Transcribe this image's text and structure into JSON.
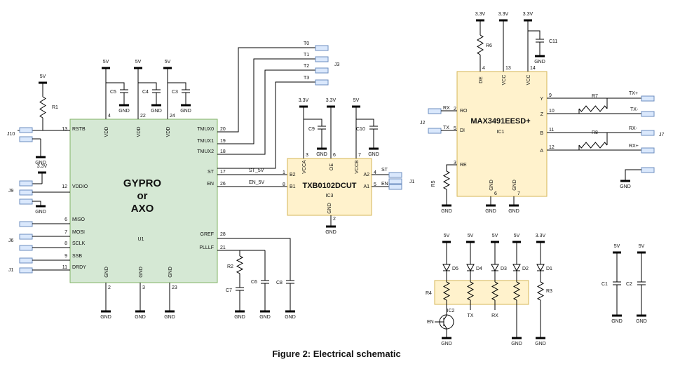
{
  "caption": "Figure 2: Electrical schematic",
  "colors": {
    "green_block": "#d5e8d4",
    "green_border": "#82b366",
    "yellow_block": "#fff2cc",
    "yellow_border": "#d6b656",
    "connector_fill": "#dae8fc",
    "connector_border": "#6c8ebf",
    "wire": "#000000"
  },
  "u1": {
    "name_lines": [
      "GYPRO",
      "or",
      "AXO"
    ],
    "ref": "U1",
    "left_pins": [
      {
        "num": "13",
        "name": "RSTB"
      },
      {
        "num": "12",
        "name": "VDDIO"
      },
      {
        "num": "6",
        "name": "MISO"
      },
      {
        "num": "7",
        "name": "MOSI"
      },
      {
        "num": "8",
        "name": "SCLK"
      },
      {
        "num": "9",
        "name": "SSB"
      },
      {
        "num": "11",
        "name": "DRDY"
      }
    ],
    "right_pins": [
      {
        "num": "20",
        "name": "TMUX0"
      },
      {
        "num": "19",
        "name": "TMUX1"
      },
      {
        "num": "18",
        "name": "TMUX2"
      },
      {
        "num": "17",
        "name": "ST"
      },
      {
        "num": "26",
        "name": "EN"
      },
      {
        "num": "28",
        "name": "GREF"
      },
      {
        "num": "21",
        "name": "PLLLF"
      }
    ],
    "top_pins": [
      {
        "num": "4",
        "name": "VDD"
      },
      {
        "num": "22",
        "name": "VDD"
      },
      {
        "num": "24",
        "name": "VDD"
      }
    ],
    "bottom_pins": [
      {
        "num": "2",
        "name": "GND"
      },
      {
        "num": "3",
        "name": "GND"
      },
      {
        "num": "23",
        "name": "GND"
      }
    ]
  },
  "ic3": {
    "name": "TXB0102DCUT",
    "ref": "IC3",
    "left_pins": [
      {
        "num": "1",
        "name": "B2"
      },
      {
        "num": "8",
        "name": "B1"
      }
    ],
    "right_pins": [
      {
        "num": "4",
        "name": "A2"
      },
      {
        "num": "5",
        "name": "A1"
      }
    ],
    "top_pins": [
      {
        "num": "3",
        "name": "VCCA"
      },
      {
        "num": "6",
        "name": "OE"
      },
      {
        "num": "7",
        "name": "VCCB"
      }
    ],
    "bottom_pins": [
      {
        "num": "2",
        "name": "GND"
      }
    ]
  },
  "ic1": {
    "name": "MAX3491EESD+",
    "ref": "IC1",
    "left_pins": [
      {
        "num": "2",
        "name": "RO"
      },
      {
        "num": "5",
        "name": "DI"
      },
      {
        "num": "3",
        "name": "RE"
      }
    ],
    "right_pins": [
      {
        "num": "9",
        "name": "Y"
      },
      {
        "num": "10",
        "name": "Z"
      },
      {
        "num": "11",
        "name": "B"
      },
      {
        "num": "12",
        "name": "A"
      }
    ],
    "top_pins": [
      {
        "num": "4",
        "name": "DE"
      },
      {
        "num": "13",
        "name": "VCC"
      },
      {
        "num": "14",
        "name": "VCC"
      }
    ],
    "bottom_pins": [
      {
        "num": "6",
        "name": "GND"
      },
      {
        "num": "7",
        "name": "GND"
      }
    ]
  },
  "ic2": {
    "ref": "IC2"
  },
  "net_labels": {
    "t0": "T0",
    "t1": "T1",
    "t2": "T2",
    "t3": "T3",
    "st_5v": "ST_5V",
    "en_5v": "EN_5V",
    "st": "ST",
    "en": "EN",
    "rx": "RX",
    "tx": "TX",
    "tx_p": "TX+",
    "tx_n": "TX-",
    "rx_n": "RX-",
    "rx_p": "RX+",
    "led_tx": "TX",
    "led_rx": "RX",
    "en_ic2": "EN"
  },
  "connectors": {
    "j1_left": "J1",
    "j3": "J3",
    "j6": "J6",
    "j9": "J9",
    "j10": "J10",
    "j1_right": "J1",
    "j2": "J2",
    "j7": "J7"
  },
  "supplies": {
    "v5": "5V",
    "v33": "3.3V",
    "gnd": "GND"
  },
  "parts": {
    "r1": "R1",
    "r2": "R2",
    "r3": "R3",
    "r4": "R4",
    "r5": "R5",
    "r6": "R6",
    "r7": "R7",
    "r8": "R8",
    "c1": "C1",
    "c2": "C2",
    "c3": "C3",
    "c4": "C4",
    "c5": "C5",
    "c6": "C6",
    "c7": "C7",
    "c8": "C8",
    "c9": "C9",
    "c10": "C10",
    "c11": "C11",
    "d1": "D1",
    "d2": "D2",
    "d3": "D3",
    "d4": "D4",
    "d5": "D5"
  }
}
